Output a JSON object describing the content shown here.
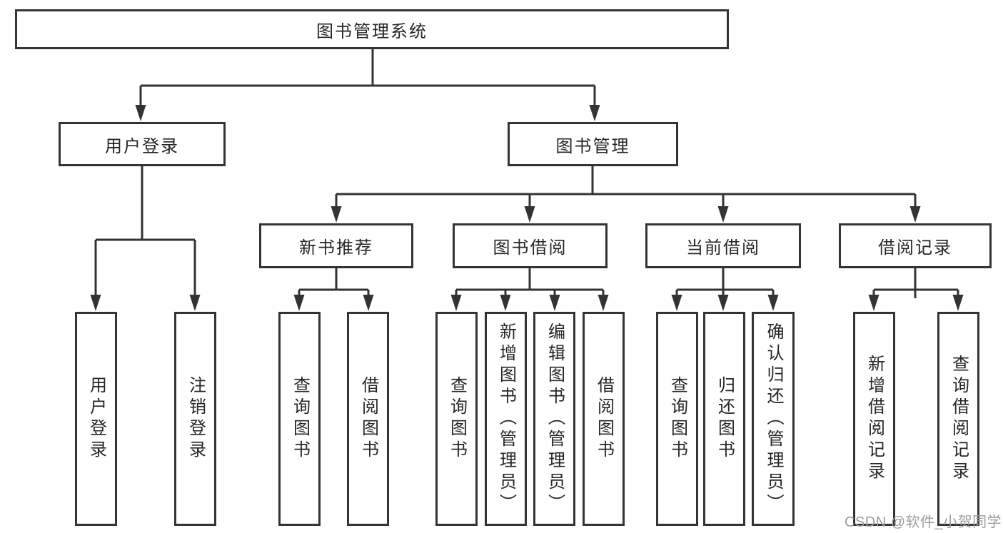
{
  "tree": {
    "root": {
      "label": "图书管理系统"
    },
    "branches": [
      {
        "label": "用户登录",
        "children": [
          {
            "label": "用户登录"
          },
          {
            "label": "注销登录"
          }
        ]
      },
      {
        "label": "图书管理",
        "children": [
          {
            "label": "新书推荐",
            "children": [
              {
                "label": "查询图书"
              },
              {
                "label": "借阅图书"
              }
            ]
          },
          {
            "label": "图书借阅",
            "children": [
              {
                "label": "查询图书"
              },
              {
                "label": "新增图书（管理员）"
              },
              {
                "label": "编辑图书（管理员）"
              },
              {
                "label": "借阅图书"
              }
            ]
          },
          {
            "label": "当前借阅",
            "children": [
              {
                "label": "查询图书"
              },
              {
                "label": "归还图书"
              },
              {
                "label": "确认归还（管理员）"
              }
            ]
          },
          {
            "label": "借阅记录",
            "children": [
              {
                "label": "新增借阅记录"
              },
              {
                "label": "查询借阅记录"
              }
            ]
          }
        ]
      }
    ]
  },
  "watermark": {
    "text": "CSDN @软件_小贺同学"
  },
  "colors": {
    "line": "#333333",
    "box_border": "#343434",
    "text": "#262626",
    "watermark": "#9c9c9c",
    "background": "#ffffff"
  }
}
